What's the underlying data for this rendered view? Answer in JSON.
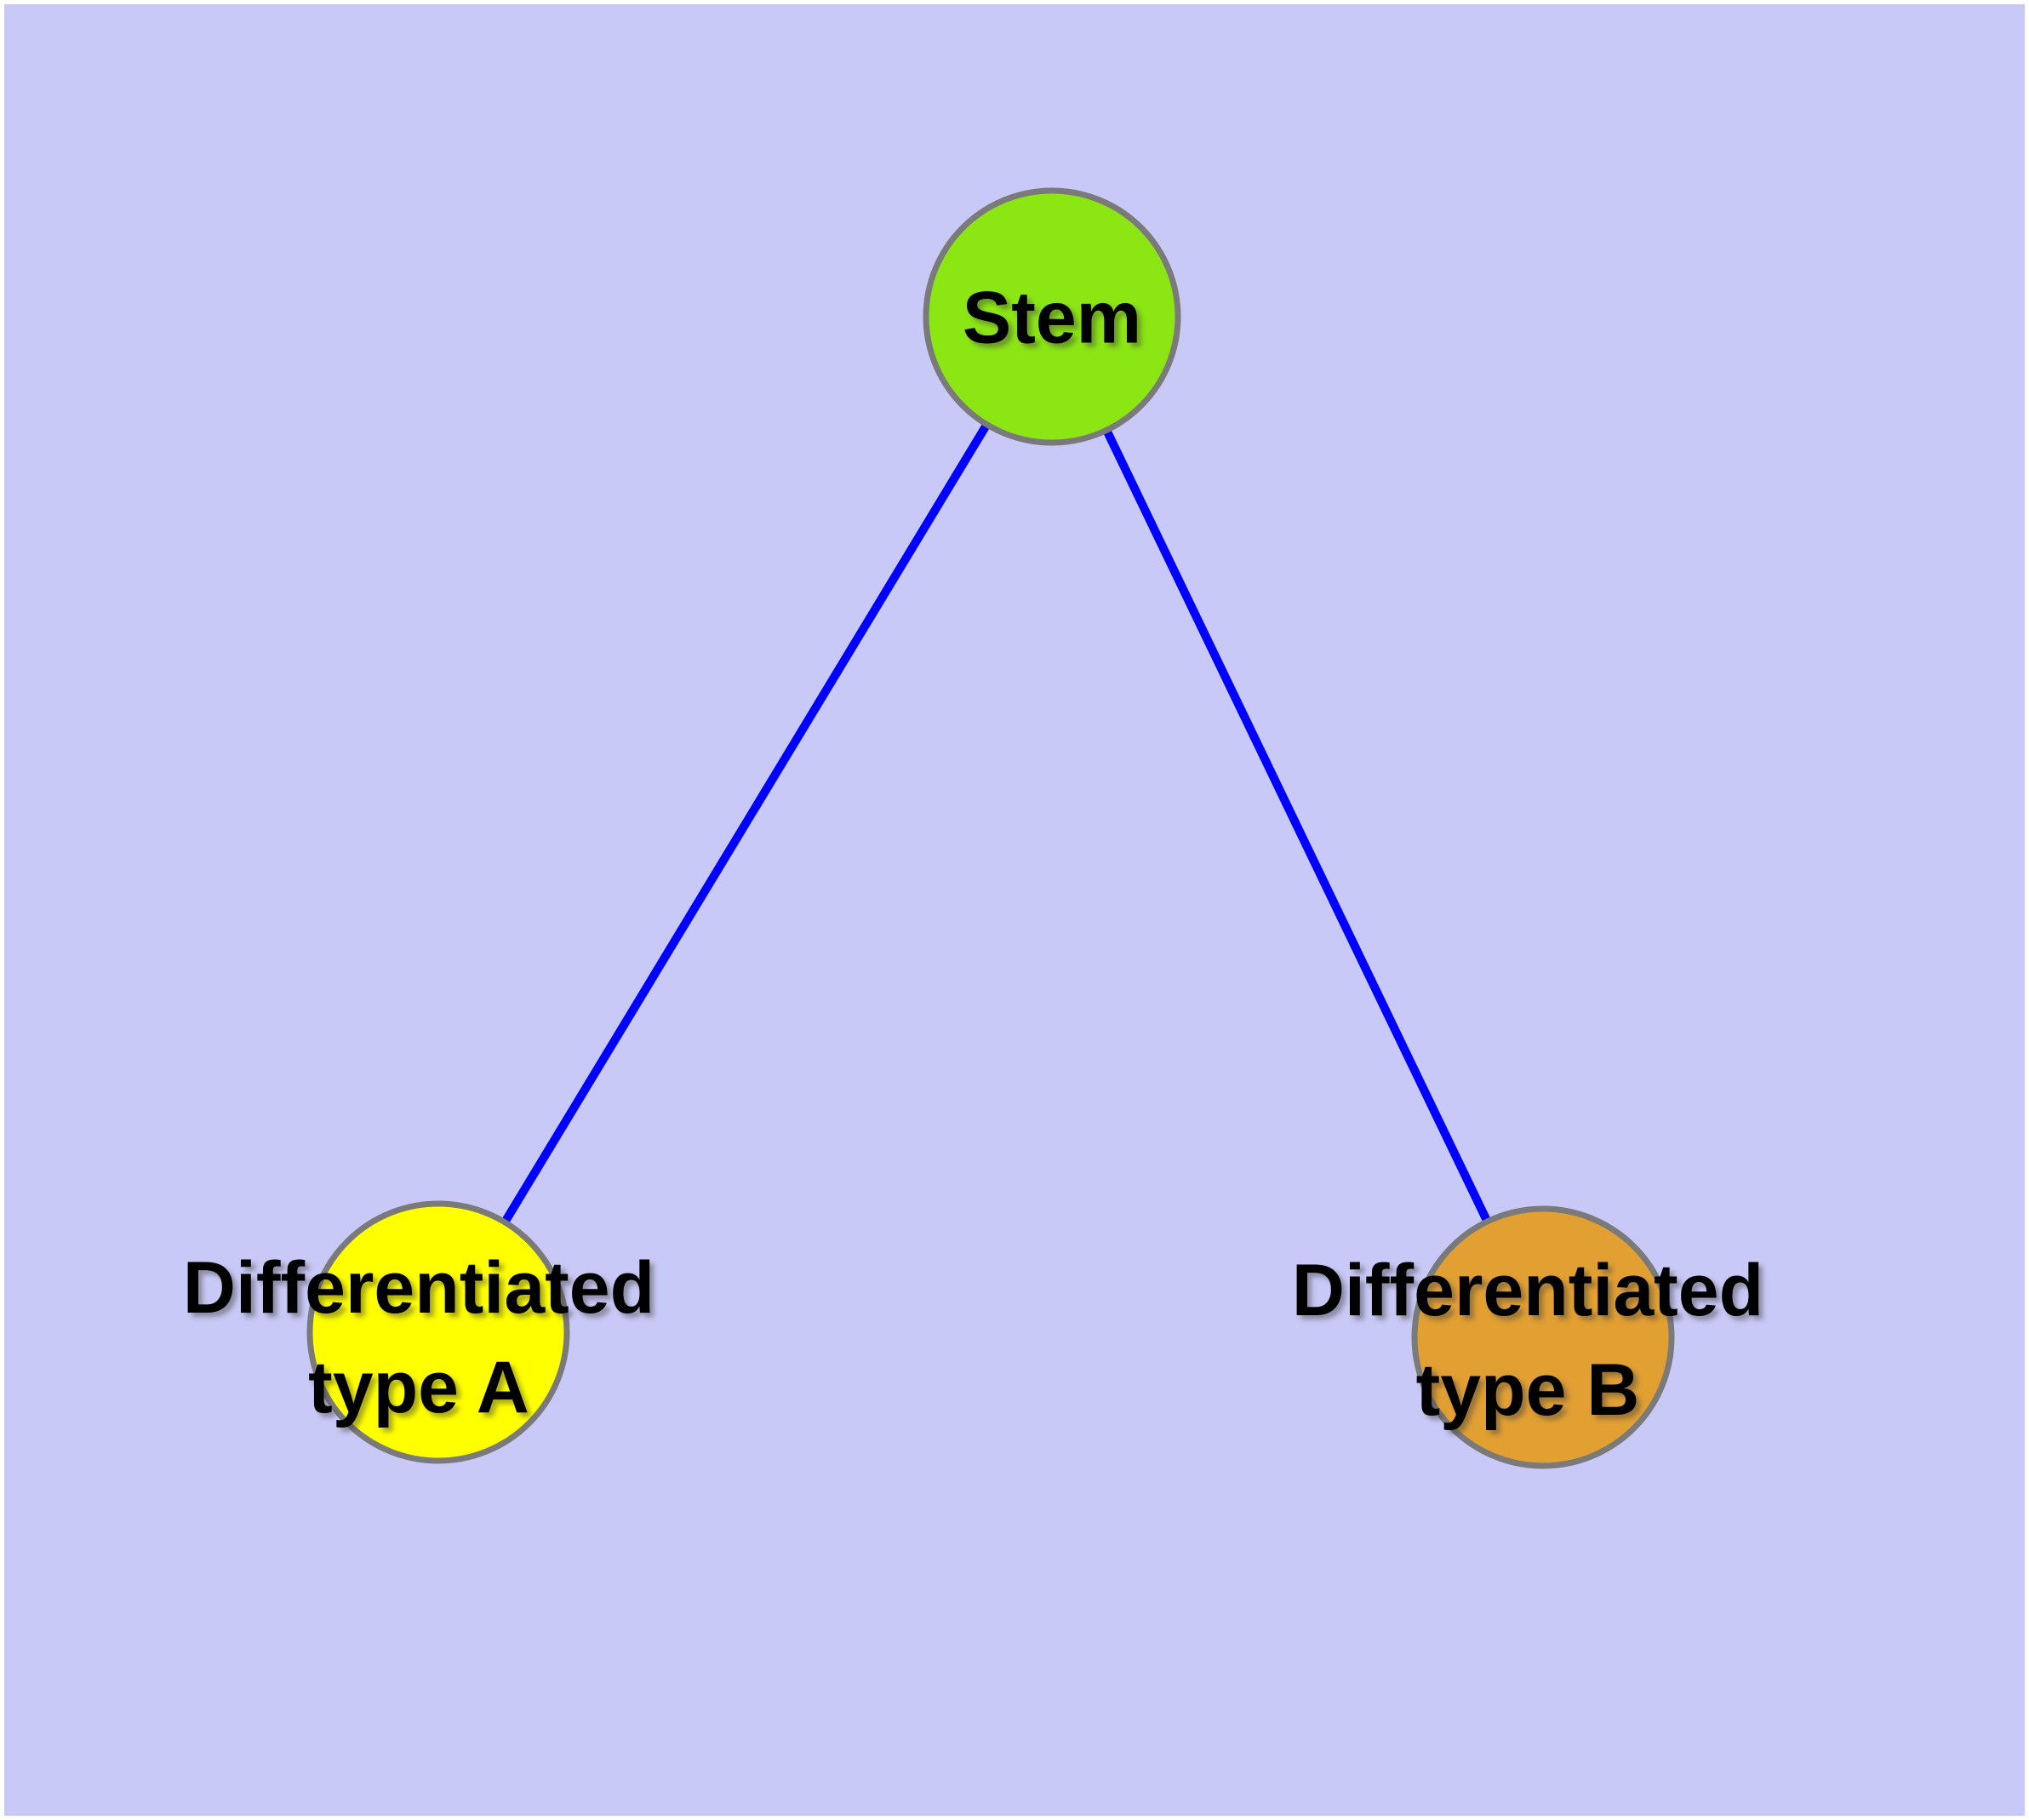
{
  "diagram": {
    "kind": "cell-differentiation-graph",
    "background": "#C9C9F7",
    "frame_color": "#FFFFFF",
    "edge_color": "#0000FF",
    "node_border_color": "#7A7A7A",
    "label_color": "#000000",
    "nodes": {
      "stem": {
        "label": "Stem",
        "fill": "#8CE614"
      },
      "type_a": {
        "label": "Differentiated type A",
        "line1": "Differentiated",
        "line2": "type A",
        "fill": "#FFFF00"
      },
      "type_b": {
        "label": "Differentiated type B",
        "line1": "Differentiated",
        "line2": "type B",
        "fill": "#E2A033"
      }
    },
    "edges": [
      {
        "from": "Stem",
        "to": "Differentiated type A"
      },
      {
        "from": "Stem",
        "to": "Differentiated type B"
      }
    ]
  }
}
